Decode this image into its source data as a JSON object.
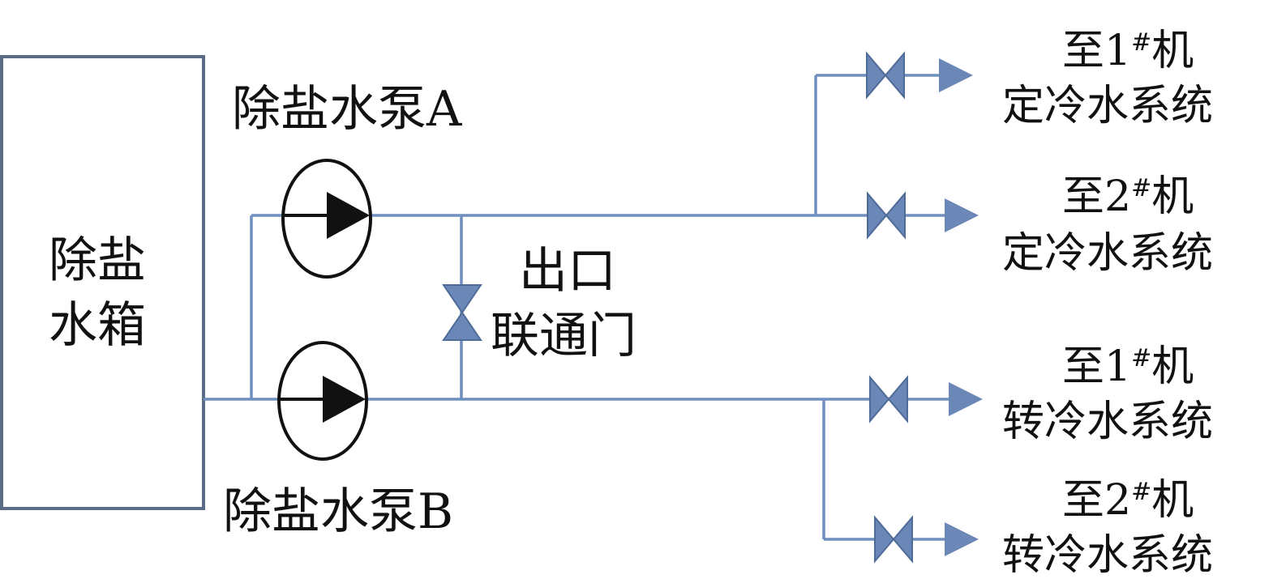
{
  "tank": {
    "line1": "除盐",
    "line2": "水箱"
  },
  "pump_a": {
    "label": "除盐水泵A"
  },
  "pump_b": {
    "label": "除盐水泵B"
  },
  "crossover_valve": {
    "line1": "出口",
    "line2": "联通门"
  },
  "destinations": [
    {
      "prefix": "至",
      "unit": "1",
      "mark": "#",
      "suffix": "机",
      "system": "定冷水系统"
    },
    {
      "prefix": "至",
      "unit": "2",
      "mark": "#",
      "suffix": "机",
      "system": "定冷水系统"
    },
    {
      "prefix": "至",
      "unit": "1",
      "mark": "#",
      "suffix": "机",
      "system": "转冷水系统"
    },
    {
      "prefix": "至",
      "unit": "2",
      "mark": "#",
      "suffix": "机",
      "system": "转冷水系统"
    }
  ],
  "colors": {
    "pipe": "#6f8fbf",
    "valve": "#6a87b7",
    "tank_border": "#5b6d86",
    "pump": "#111111"
  }
}
